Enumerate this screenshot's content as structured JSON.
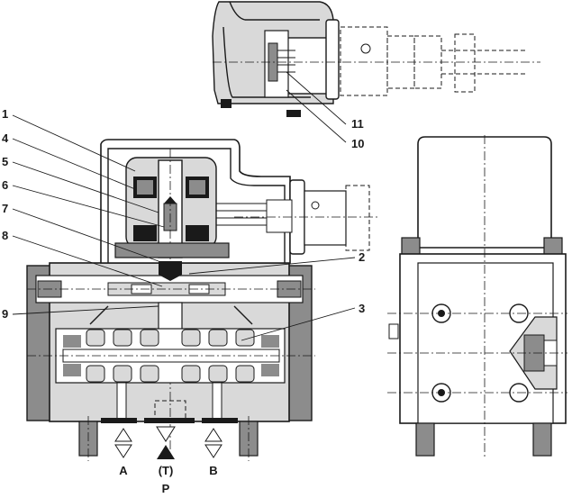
{
  "diagram": {
    "callouts": [
      {
        "id": "c1",
        "text": "1"
      },
      {
        "id": "c2",
        "text": "2"
      },
      {
        "id": "c3",
        "text": "3"
      },
      {
        "id": "c4",
        "text": "4"
      },
      {
        "id": "c5",
        "text": "5"
      },
      {
        "id": "c6",
        "text": "6"
      },
      {
        "id": "c7",
        "text": "7"
      },
      {
        "id": "c8",
        "text": "8"
      },
      {
        "id": "c9",
        "text": "9"
      },
      {
        "id": "c10",
        "text": "10"
      },
      {
        "id": "c11",
        "text": "11"
      }
    ],
    "ports": {
      "a": "A",
      "t": "(T)",
      "b": "B",
      "p": "P"
    },
    "colors": {
      "line": "#1a1a1a",
      "body_fill": "#d9d9d9",
      "dark_fill": "#8c8c8c",
      "solid": "#1a1a1a",
      "background": "#ffffff"
    }
  }
}
